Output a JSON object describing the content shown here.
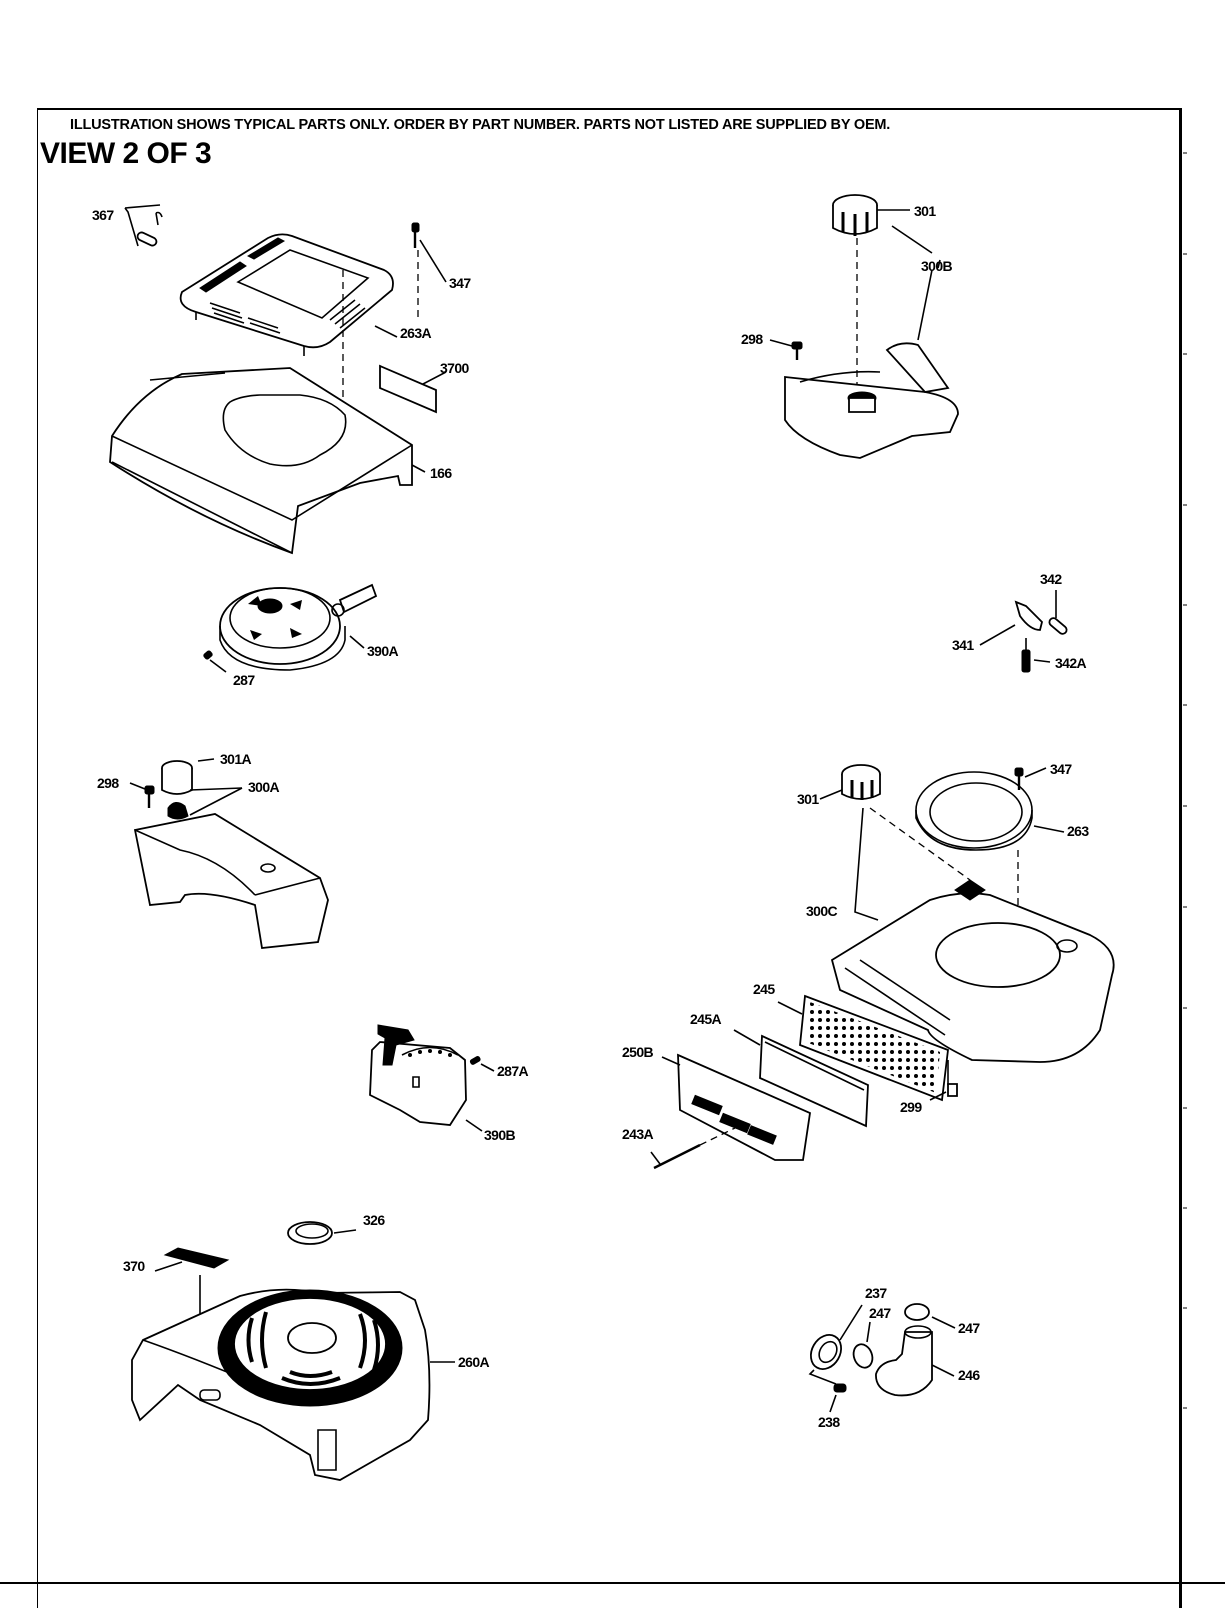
{
  "page": {
    "notice": "ILLUSTRATION SHOWS TYPICAL PARTS ONLY. ORDER BY PART NUMBER. PARTS NOT LISTED ARE SUPPLIED BY OEM.",
    "view_title": "VIEW 2 OF 3"
  },
  "callouts": {
    "c367": "367",
    "c347a": "347",
    "c263A": "263A",
    "c3700": "3700",
    "c166": "166",
    "c390A": "390A",
    "c287": "287",
    "c301a": "301",
    "c300B": "300B",
    "c298a": "298",
    "c342": "342",
    "c341": "341",
    "c342A": "342A",
    "c301A": "301A",
    "c298b": "298",
    "c300A": "300A",
    "c347b": "347",
    "c301b": "301",
    "c263": "263",
    "c300C": "300C",
    "c245": "245",
    "c245A": "245A",
    "c250B": "250B",
    "c299": "299",
    "c287A": "287A",
    "c390B": "390B",
    "c243A": "243A",
    "c326": "326",
    "c370": "370",
    "c260A": "260A",
    "c237": "237",
    "c247a": "247",
    "c247b": "247",
    "c246": "246",
    "c238": "238"
  }
}
